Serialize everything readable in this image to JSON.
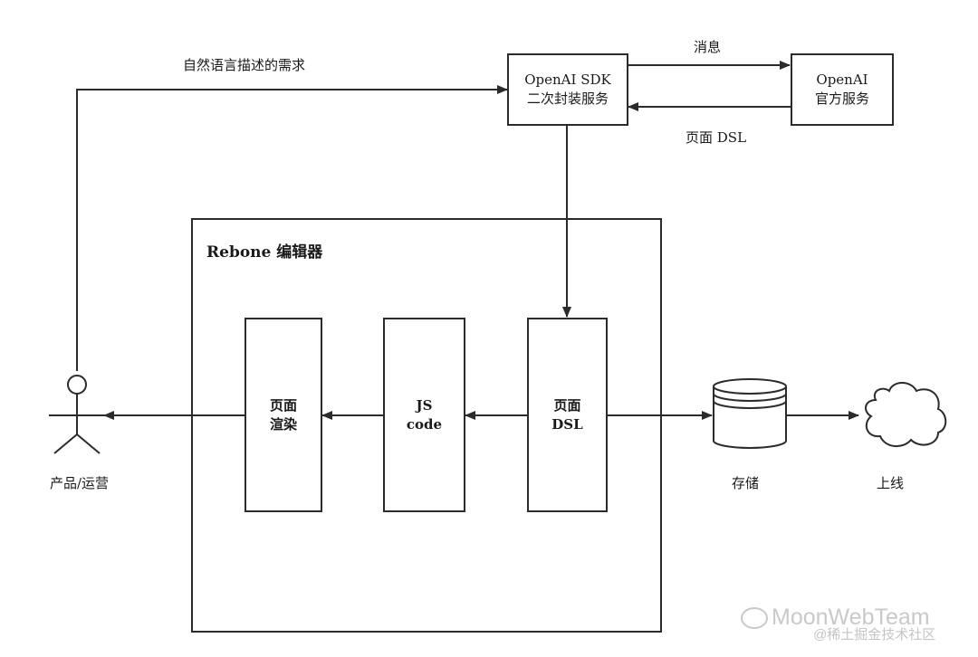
{
  "actor": {
    "label": "产品/运营"
  },
  "requirement_label": "自然语言描述的需求",
  "sdk_service": {
    "line1": "OpenAI SDK",
    "line2": "二次封装服务"
  },
  "openai_service": {
    "line1": "OpenAI",
    "line2": "官方服务"
  },
  "msg_label": "消息",
  "dsl_return_label": "页面 DSL",
  "editor": {
    "title": "Rebone 编辑器"
  },
  "render_box": {
    "line1": "页面",
    "line2": "渲染"
  },
  "js_box": {
    "line1": "JS",
    "line2": "code"
  },
  "dsl_box": {
    "line1": "页面",
    "line2": "DSL"
  },
  "storage": {
    "label": "存储"
  },
  "online": {
    "label": "上线"
  },
  "watermark": {
    "brand": "MoonWebTeam",
    "site": "@稀土掘金技术社区"
  },
  "colors": {
    "stroke": "#2b2b2b",
    "watermark": "#c9c9c9"
  }
}
